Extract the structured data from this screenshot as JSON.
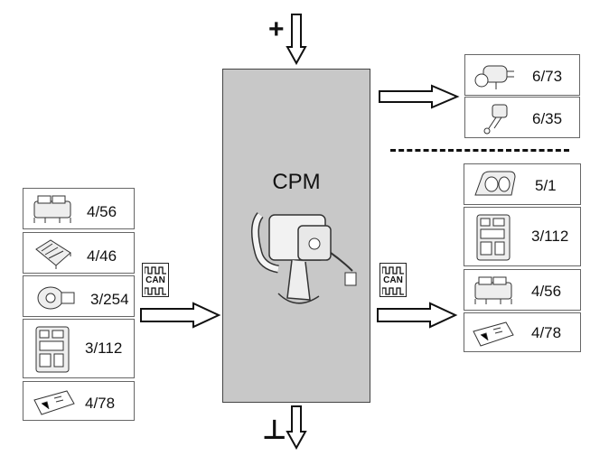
{
  "center": {
    "label": "CPM"
  },
  "power": {
    "positive": "+",
    "ground": "⊥"
  },
  "bus": {
    "left_badge": "CAN",
    "right_badge": "CAN"
  },
  "inputs": [
    {
      "ref": "4/56"
    },
    {
      "ref": "4/46"
    },
    {
      "ref": "3/254"
    },
    {
      "ref": "3/112"
    },
    {
      "ref": "4/78"
    }
  ],
  "outputs_direct": [
    {
      "ref": "6/73"
    },
    {
      "ref": "6/35"
    }
  ],
  "outputs_can": [
    {
      "ref": "5/1"
    },
    {
      "ref": "3/112"
    },
    {
      "ref": "4/56"
    },
    {
      "ref": "4/78"
    }
  ]
}
